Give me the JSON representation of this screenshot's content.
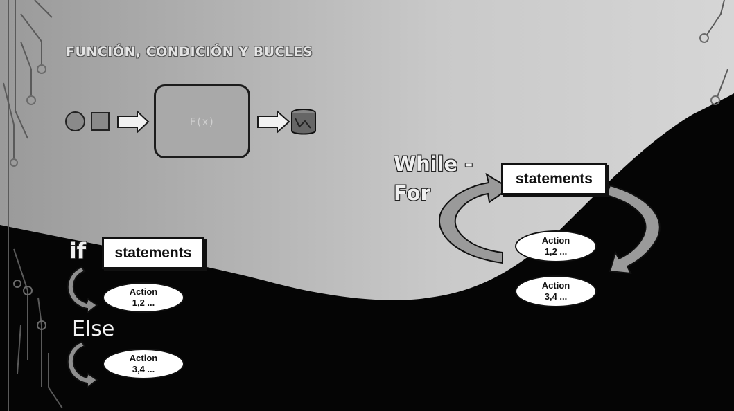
{
  "title": "FUNCIÓN, CONDICIÓN Y BUCLES",
  "function_block": {
    "label": "F(x)"
  },
  "loop_section": {
    "keyword_while": "While -",
    "keyword_for": "For",
    "statements_label": "statements",
    "action_1": {
      "line1": "Action",
      "line2": "1,2 ..."
    },
    "action_2": {
      "line1": "Action",
      "line2": "3,4 ..."
    }
  },
  "if_section": {
    "keyword_if": "if",
    "statements_label": "statements",
    "action_1": {
      "line1": "Action",
      "line2": "1,2 ..."
    },
    "keyword_else": "Else",
    "action_2": {
      "line1": "Action",
      "line2": "3,4 ..."
    }
  },
  "colors": {
    "background_dark": "#000000",
    "background_light": "#c8c8c8",
    "box_fill": "#ffffff",
    "arrow_fill": "#9a9a9a"
  }
}
